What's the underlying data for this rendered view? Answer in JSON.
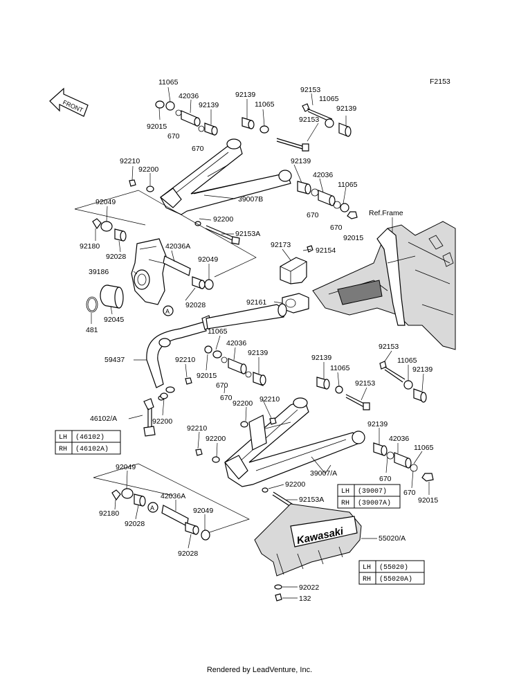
{
  "figure_code": "F2153",
  "front_label": "FRONT",
  "ref_frame": "Ref.Frame",
  "brand": "Kawasaki",
  "credit": "Rendered by LeadVenture, Inc.",
  "callout_a": "A",
  "parts": {
    "p11065_a": "11065",
    "p42036_a": "42036",
    "p92139_a": "92139",
    "p92015_a": "92015",
    "p670_a": "670",
    "p670_b": "670",
    "p92139_b": "92139",
    "p11065_b": "11065",
    "p92153_a": "92153",
    "p11065_c": "11065",
    "p92139_c": "92139",
    "p92153_b": "92153",
    "p92210_a": "92210",
    "p92200_a": "92200",
    "p92139_d": "92139",
    "p42036_b": "42036",
    "p11065_d": "11065",
    "p39007B": "39007B",
    "p670_c": "670",
    "p670_d": "670",
    "p92015_b": "92015",
    "p92200_b": "92200",
    "p92153A_a": "92153A",
    "p92049_a": "92049",
    "p92180_a": "92180",
    "p92028_a": "92028",
    "p42036A_a": "42036A",
    "p92049_b": "92049",
    "p39186": "39186",
    "p92028_b": "92028",
    "p92045": "92045",
    "p481": "481",
    "p92173": "92173",
    "p92154": "92154",
    "p92161": "92161",
    "p11065_e": "11065",
    "p42036_c": "42036",
    "p92139_e": "92139",
    "p59437": "59437",
    "p92210_b": "92210",
    "p92015_c": "92015",
    "p670_e": "670",
    "p92139_f": "92139",
    "p11065_f": "11065",
    "p92153_c": "92153",
    "p11065_g": "11065",
    "p92139_g": "92139",
    "p92153_d": "92153",
    "p670_f": "670",
    "p92200_c": "92200",
    "p92210_c": "92210",
    "p46102A": "46102/A",
    "p92200_d": "92200",
    "p92210_d": "92210",
    "p92200_e": "92200",
    "p92139_h": "92139",
    "p42036_d": "42036",
    "p11065_h": "11065",
    "p39007A": "39007/A",
    "p670_g": "670",
    "p670_h": "670",
    "p92015_d": "92015",
    "p92049_c": "92049",
    "p92180_b": "92180",
    "p92028_c": "92028",
    "p42036A_b": "42036A",
    "p92049_d": "92049",
    "p92028_d": "92028",
    "p92200_f": "92200",
    "p92153A_b": "92153A",
    "p55020A": "55020/A",
    "p92022": "92022",
    "p132": "132"
  },
  "tables": {
    "t46102": {
      "lh_side": "LH",
      "lh_part": "(46102)",
      "rh_side": "RH",
      "rh_part": "(46102A)"
    },
    "t39007": {
      "lh_side": "LH",
      "lh_part": "(39007)",
      "rh_side": "RH",
      "rh_part": "(39007A)"
    },
    "t55020": {
      "lh_side": "LH",
      "lh_part": "(55020)",
      "rh_side": "RH",
      "rh_part": "(55020A)"
    }
  }
}
